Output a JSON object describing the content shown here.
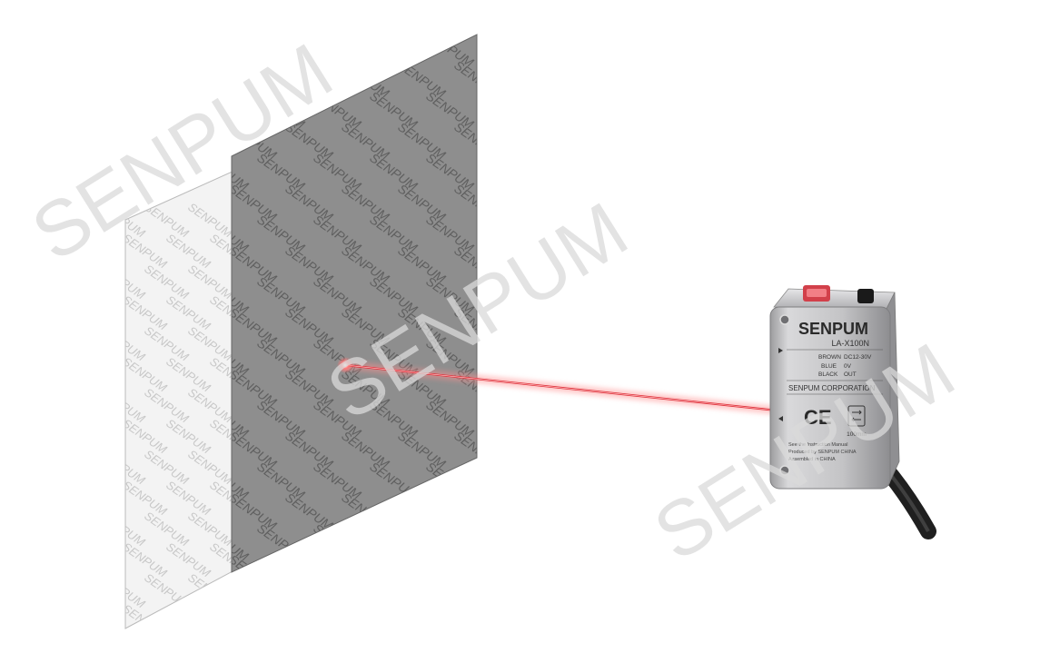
{
  "watermark": {
    "text": "SENPUM",
    "color": "#d9d9d9"
  },
  "panels": {
    "front_color": "#8e8e8e",
    "front_pattern_color": "#5f5f5f",
    "back_color": "#f2f2f2",
    "back_pattern_color": "#c8c8c8",
    "pattern_text": "SENPUM"
  },
  "laser": {
    "color": "#e0313b",
    "glow_color": "#ff8f8f"
  },
  "sensor": {
    "brand": "SENPUM",
    "model": "LA-X100N",
    "wiring": [
      {
        "wire": "BROWN",
        "signal": "DC12-30V"
      },
      {
        "wire": "BLUE",
        "signal": "0V"
      },
      {
        "wire": "BLACK",
        "signal": "OUT"
      }
    ],
    "corporation": "SENPUM CORPORATION",
    "ce_mark": "CE",
    "range": "100mm",
    "notes": [
      "See the Instruction Manual",
      "Produced by SENPUM CHINA",
      "Assembled in CHINA"
    ],
    "body_color": "#b9b9bb",
    "emitter_color": "#d2404a"
  }
}
